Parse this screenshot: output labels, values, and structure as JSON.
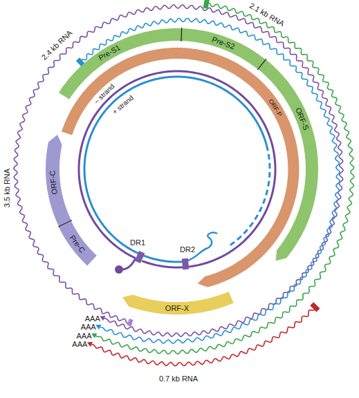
{
  "diagram": {
    "nodes": [
      {
        "text": [
          "Pre-S1"
        ]
      },
      {
        "text": [
          "Pre-S2"
        ]
      },
      {
        "text": [
          "ORF-S"
        ]
      },
      {
        "text": [
          "ORF-P"
        ]
      },
      {
        "text": [
          "ORF-C"
        ]
      },
      {
        "text": [
          "Pre-C"
        ]
      },
      {
        "text": [
          "DR1"
        ]
      },
      {
        "text": [
          "DR2"
        ]
      },
      {
        "text": [
          "ORF-X"
        ]
      }
    ],
    "labels": [
      "2.4 kb RNA",
      "2.1 kb RNA",
      "– strand",
      "+ strand",
      "3.5 kb RNA",
      "AAA",
      "AAA",
      "AAA",
      "AAA",
      "0.7 kb RNA"
    ]
  }
}
